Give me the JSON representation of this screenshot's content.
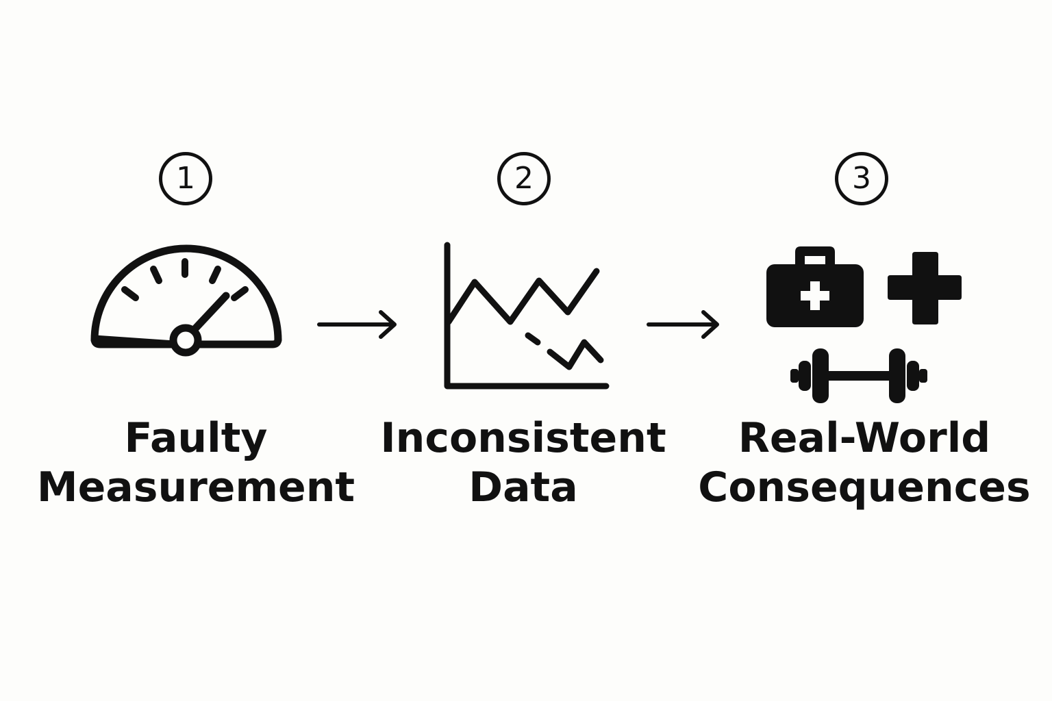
{
  "steps": [
    {
      "number": "1",
      "title_line1": "Faulty",
      "title_line2": "Measurement",
      "icon": "gauge-icon"
    },
    {
      "number": "2",
      "title_line1": "Inconsistent",
      "title_line2": "Data",
      "icon": "erratic-line-chart-icon"
    },
    {
      "number": "3",
      "title_line1": "Real-World",
      "title_line2": "Consequences",
      "icons": [
        "first-aid-kit-icon",
        "medical-cross-icon",
        "dumbbell-icon"
      ]
    }
  ],
  "connectors": [
    "arrow-right-icon",
    "arrow-right-icon"
  ],
  "colors": {
    "ink": "#111111",
    "background": "#fdfdfb"
  }
}
